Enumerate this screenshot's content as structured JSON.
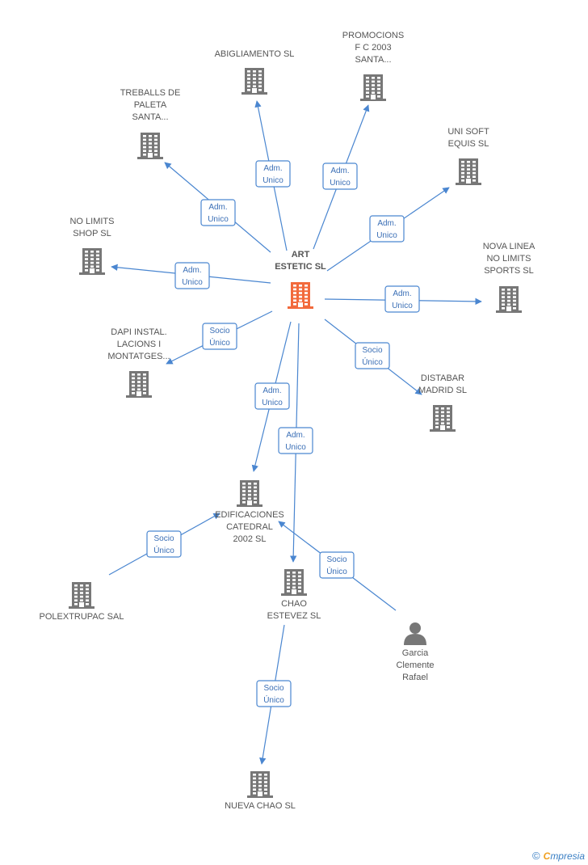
{
  "colors": {
    "company": "#777777",
    "focus": "#f26a3c",
    "person": "#777777",
    "edge": "#4a86d0",
    "edge_text": "#3b6fb6",
    "label": "#555555"
  },
  "nodes": [
    {
      "id": "art",
      "lines": [
        "ART",
        "ESTETIC SL"
      ],
      "kind": "focus"
    },
    {
      "id": "abig",
      "lines": [
        "ABIGLIAMENTO SL"
      ],
      "kind": "company"
    },
    {
      "id": "promo",
      "lines": [
        "PROMOCIONS",
        "F C 2003",
        "SANTA..."
      ],
      "kind": "company"
    },
    {
      "id": "trebal",
      "lines": [
        "TREBALLS DE",
        "PALETA",
        "SANTA..."
      ],
      "kind": "company"
    },
    {
      "id": "unisoft",
      "lines": [
        "UNI SOFT",
        "EQUIS SL"
      ],
      "kind": "company"
    },
    {
      "id": "nolimits",
      "lines": [
        "NO LIMITS",
        "SHOP SL"
      ],
      "kind": "company"
    },
    {
      "id": "novalinea",
      "lines": [
        "NOVA LINEA",
        "NO LIMITS",
        "SPORTS SL"
      ],
      "kind": "company"
    },
    {
      "id": "dapi",
      "lines": [
        "DAPI INSTAL.",
        "LACIONS I",
        "MONTATGES..."
      ],
      "kind": "company"
    },
    {
      "id": "distabar",
      "lines": [
        "DISTABAR",
        "MADRID SL"
      ],
      "kind": "company"
    },
    {
      "id": "edif",
      "lines": [
        "EDIFICACIONES",
        "CATEDRAL",
        "2002 SL"
      ],
      "kind": "company"
    },
    {
      "id": "chao",
      "lines": [
        "CHAO",
        "ESTEVEZ SL"
      ],
      "kind": "company"
    },
    {
      "id": "polex",
      "lines": [
        "POLEXTRUPAC SAL"
      ],
      "kind": "company"
    },
    {
      "id": "garcia",
      "lines": [
        "Garcia",
        "Clemente",
        "Rafael"
      ],
      "kind": "person"
    },
    {
      "id": "nueva",
      "lines": [
        "NUEVA CHAO SL"
      ],
      "kind": "company"
    }
  ],
  "edges": [
    {
      "from": "art",
      "to": "abig",
      "lines": [
        "Adm.",
        "Unico"
      ]
    },
    {
      "from": "art",
      "to": "promo",
      "lines": [
        "Adm.",
        "Unico"
      ]
    },
    {
      "from": "art",
      "to": "trebal",
      "lines": [
        "Adm.",
        "Unico"
      ]
    },
    {
      "from": "art",
      "to": "unisoft",
      "lines": [
        "Adm.",
        "Unico"
      ]
    },
    {
      "from": "art",
      "to": "nolimits",
      "lines": [
        "Adm.",
        "Unico"
      ]
    },
    {
      "from": "art",
      "to": "novalinea",
      "lines": [
        "Adm.",
        "Unico"
      ]
    },
    {
      "from": "art",
      "to": "dapi",
      "lines": [
        "Socio",
        "Único"
      ]
    },
    {
      "from": "art",
      "to": "distabar",
      "lines": [
        "Socio",
        "Único"
      ]
    },
    {
      "from": "art",
      "to": "edif",
      "lines": [
        "Adm.",
        "Unico"
      ]
    },
    {
      "from": "art",
      "to": "chao",
      "lines": [
        "Adm.",
        "Unico"
      ]
    },
    {
      "from": "polex",
      "to": "edif",
      "lines": [
        "Socio",
        "Único"
      ]
    },
    {
      "from": "garcia",
      "to": "edif",
      "lines": [
        "Socio",
        "Único"
      ]
    },
    {
      "from": "chao",
      "to": "nueva",
      "lines": [
        "Socio",
        "Único"
      ]
    }
  ],
  "footer": {
    "copyright": "©",
    "brand_initial": "C",
    "brand_rest": "mpresia"
  }
}
